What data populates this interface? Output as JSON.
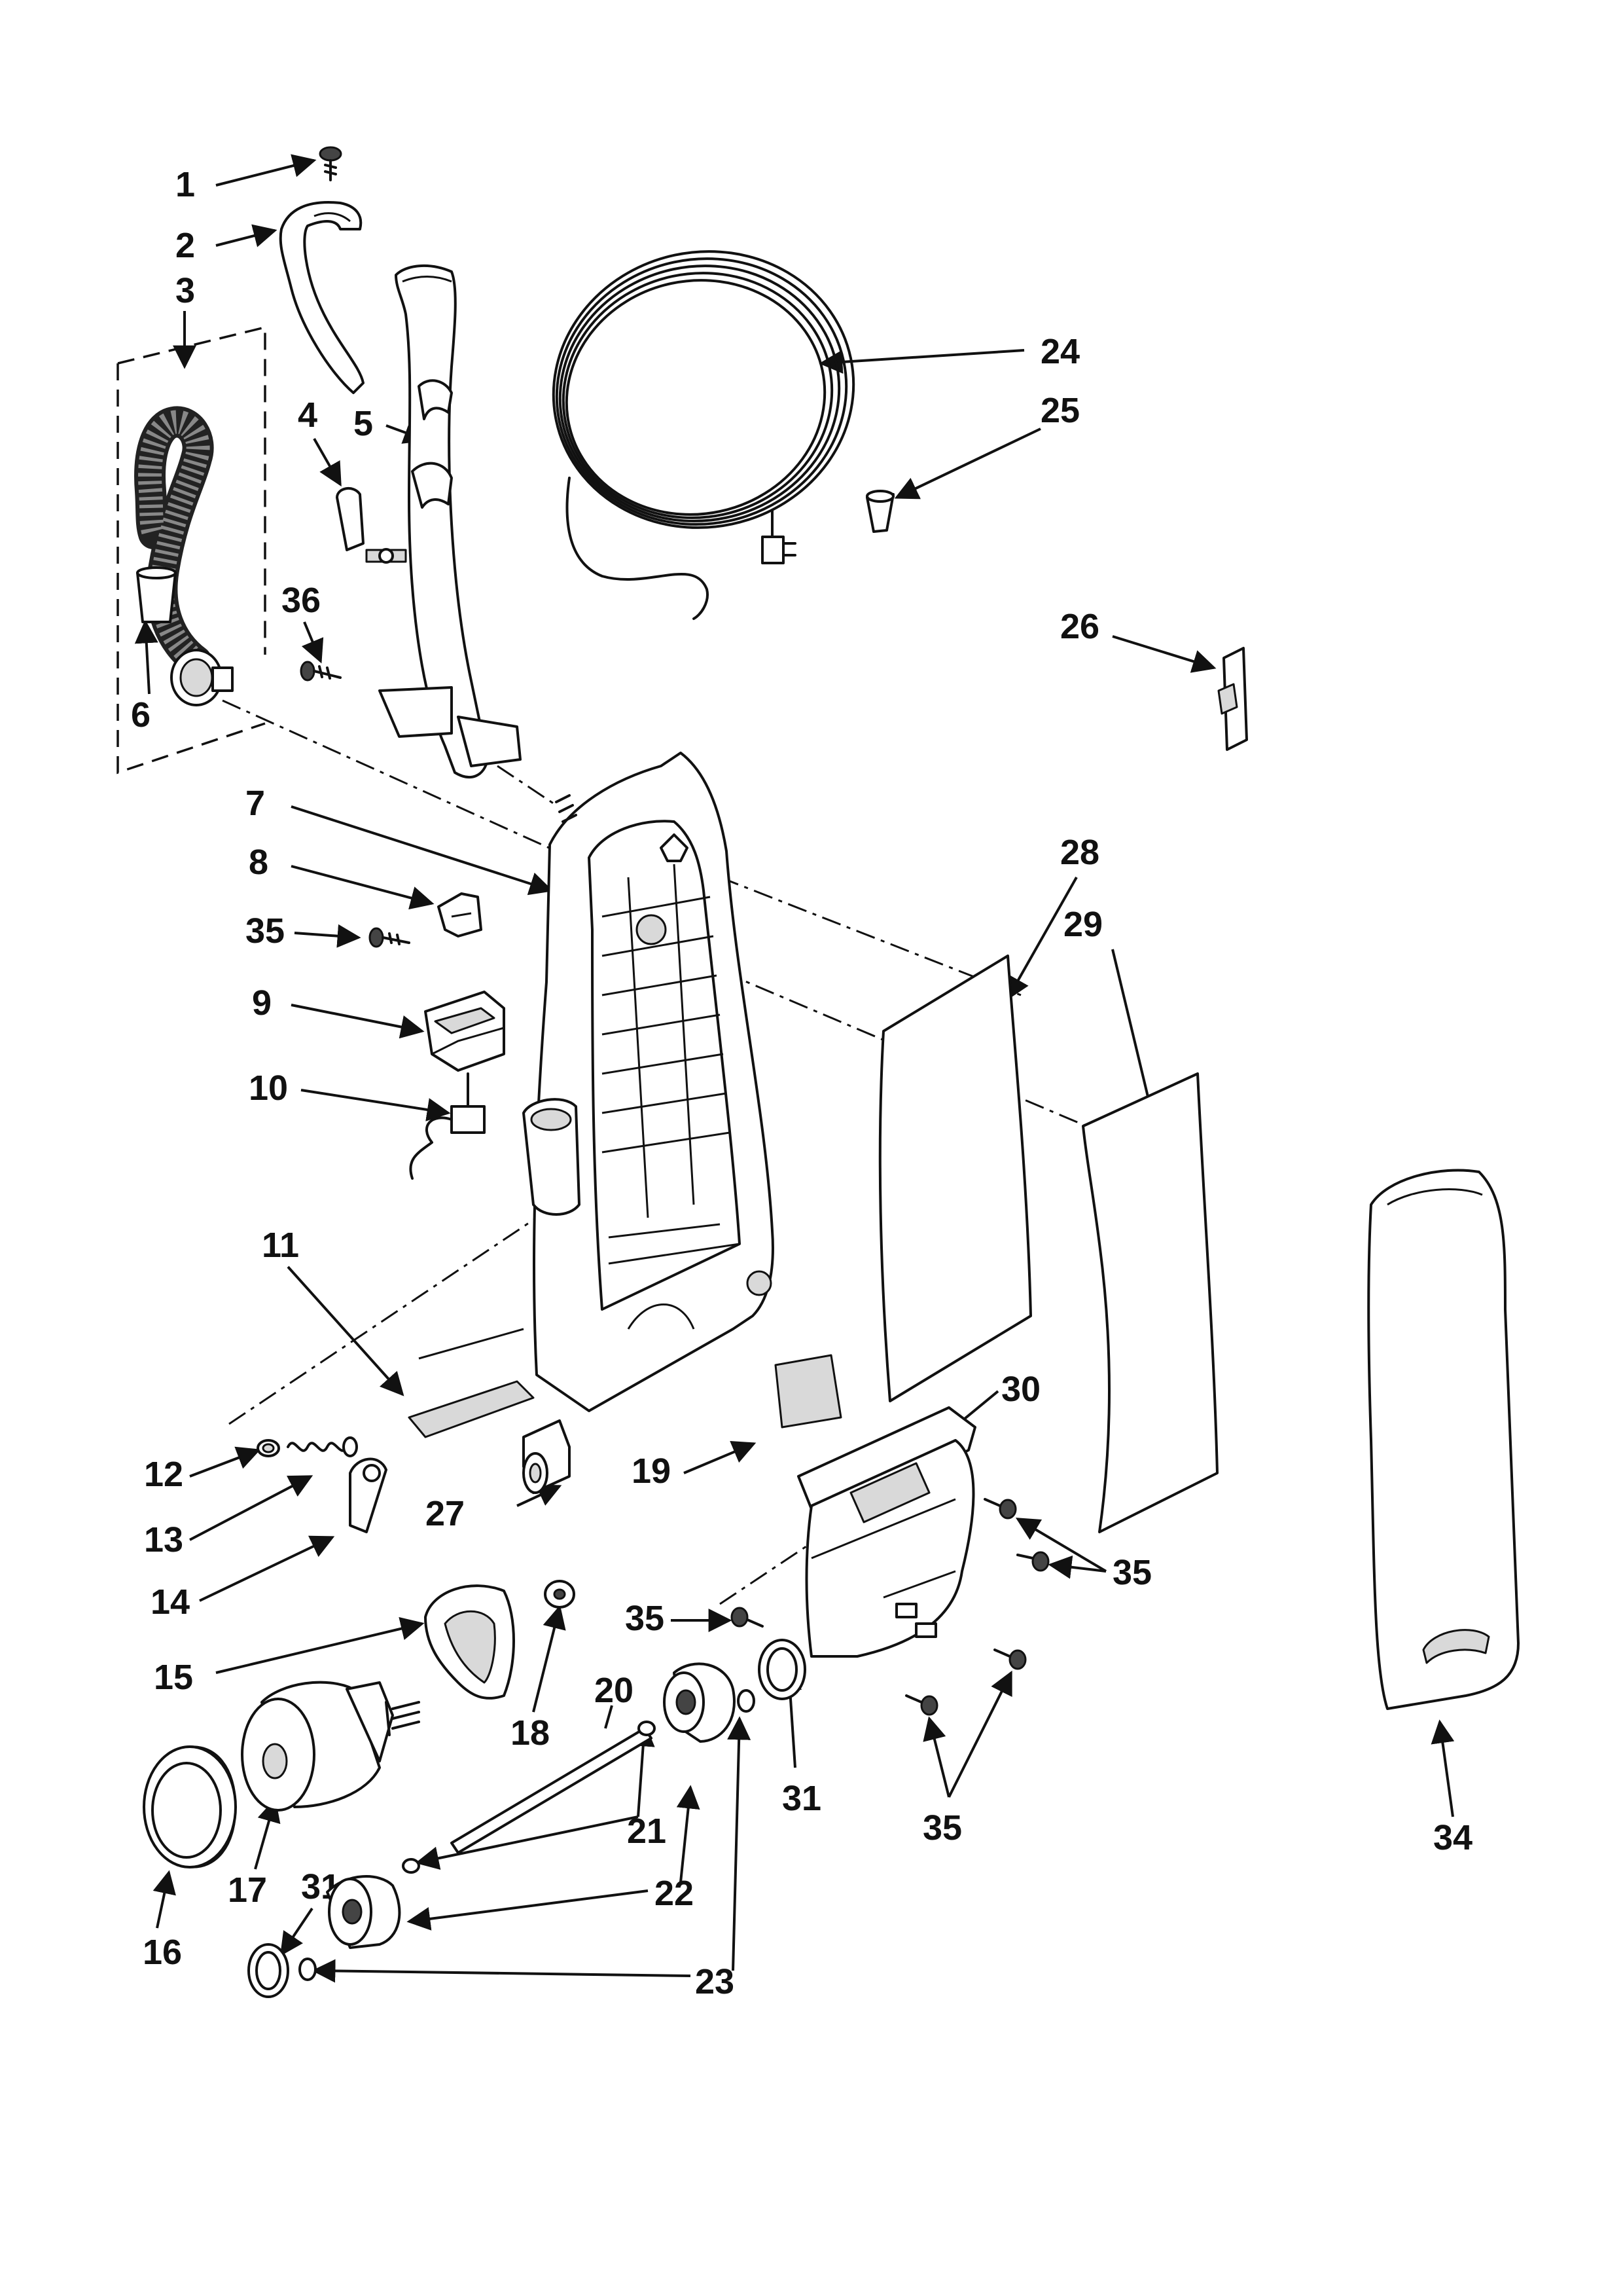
{
  "callouts": {
    "c1": "1",
    "c2": "2",
    "c3": "3",
    "c4": "4",
    "c5": "5",
    "c6": "6",
    "c7": "7",
    "c8": "8",
    "c9": "9",
    "c10": "10",
    "c11": "11",
    "c12": "12",
    "c13": "13",
    "c14": "14",
    "c15": "15",
    "c16": "16",
    "c17": "17",
    "c18": "18",
    "c19": "19",
    "c20": "20",
    "c21": "21",
    "c22": "22",
    "c23": "23",
    "c24": "24",
    "c25": "25",
    "c26": "26",
    "c27": "27",
    "c28": "28",
    "c29": "29",
    "c30": "30",
    "c31a": "31",
    "c31b": "31",
    "c34": "34",
    "c35a": "35",
    "c35b": "35",
    "c35c": "35",
    "c35d": "35",
    "c36": "36"
  }
}
